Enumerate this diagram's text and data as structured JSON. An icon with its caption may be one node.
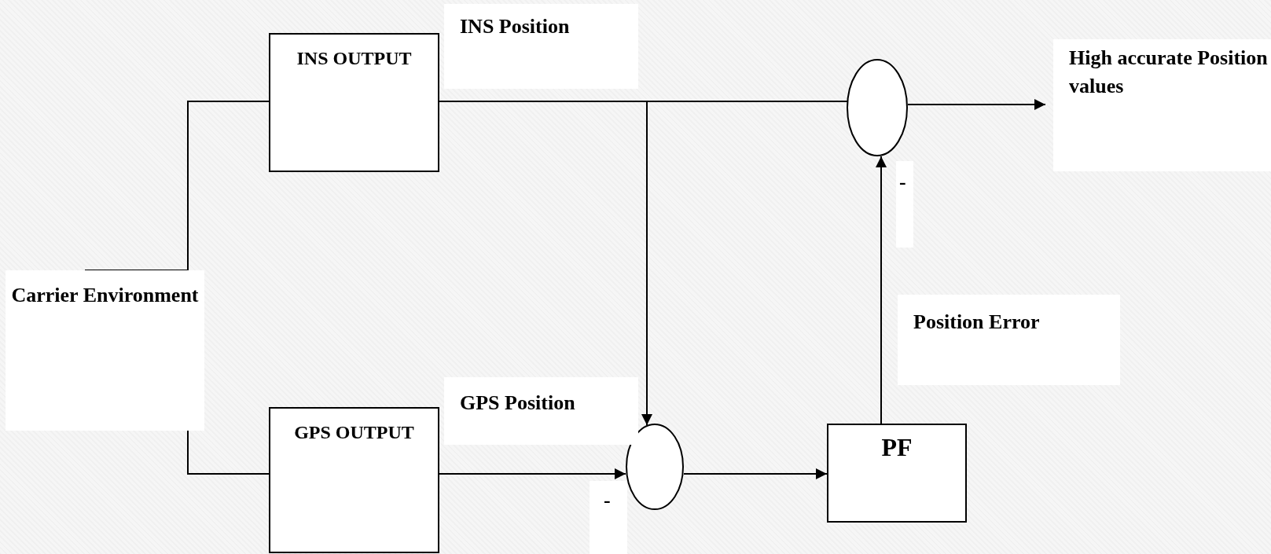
{
  "diagram": {
    "nodes": [
      {
        "text": [
          "Carrier Environment"
        ]
      },
      {
        "text": [
          "INS OUTPUT"
        ]
      },
      {
        "text": [
          "GPS OUTPUT"
        ]
      },
      {
        "text": [],
        "shape": "circle"
      },
      {
        "text": [],
        "shape": "circle"
      },
      {
        "text": [
          "PF"
        ]
      },
      {
        "text": [
          "High accurate Position values"
        ]
      }
    ],
    "edges": [
      {
        "from": 0,
        "to": 1,
        "arrow": "none"
      },
      {
        "from": 0,
        "to": 2,
        "arrow": "none"
      },
      {
        "from": 1,
        "to": 3,
        "arrow": "none",
        "label": "INS Position"
      },
      {
        "from": 1,
        "to": 4,
        "arrow": "to"
      },
      {
        "from": 2,
        "to": 4,
        "arrow": "to",
        "label": "GPS Position"
      },
      {
        "from": 4,
        "to": 5,
        "arrow": "to"
      },
      {
        "from": 5,
        "to": 3,
        "arrow": "to",
        "label": "Position Error"
      },
      {
        "from": 3,
        "to": 6,
        "arrow": "to"
      }
    ],
    "labels": [
      "-",
      "-"
    ]
  }
}
